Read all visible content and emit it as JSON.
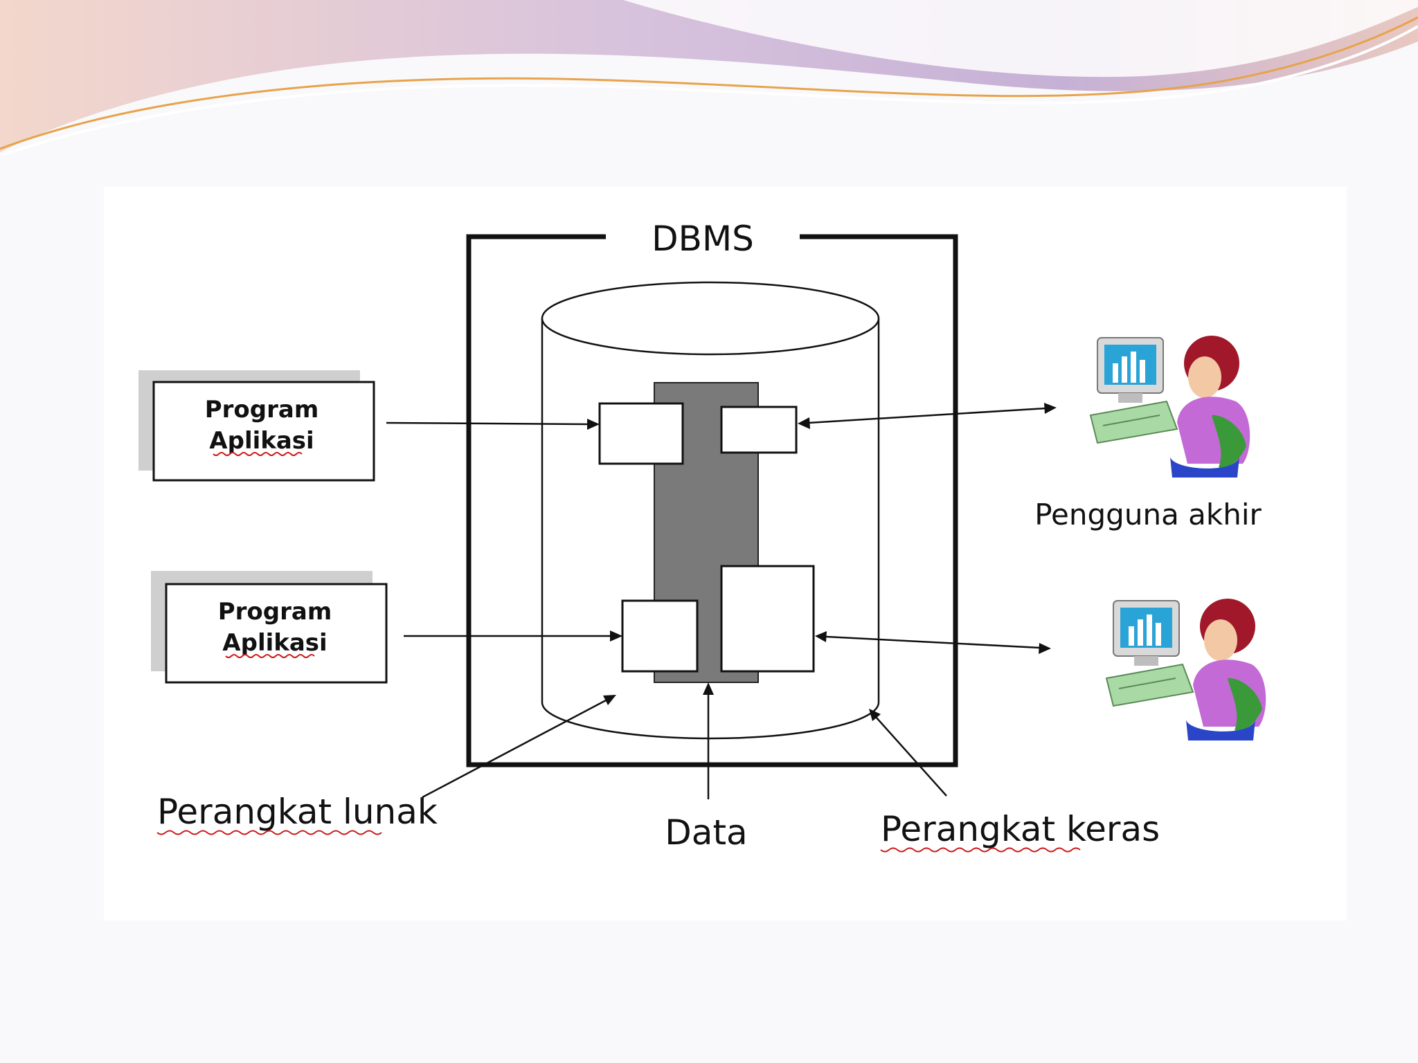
{
  "diagram": {
    "dbms_label": "DBMS",
    "program_boxes": [
      {
        "line1": "Program",
        "line2": "Aplikasi"
      },
      {
        "line1": "Program",
        "line2": "Aplikasi"
      }
    ],
    "end_user_label": "Pengguna akhir",
    "software_label": "Perangkat lunak",
    "data_label": "Data",
    "hardware_label": "Perangkat keras"
  },
  "colors": {
    "banner_purple": "#c9b6d8",
    "banner_peach": "#f0cfc2",
    "data_block": "#7a7a7a",
    "spell_underline": "#d01818"
  },
  "icons": [
    "computer-user-icon",
    "computer-user-icon"
  ]
}
